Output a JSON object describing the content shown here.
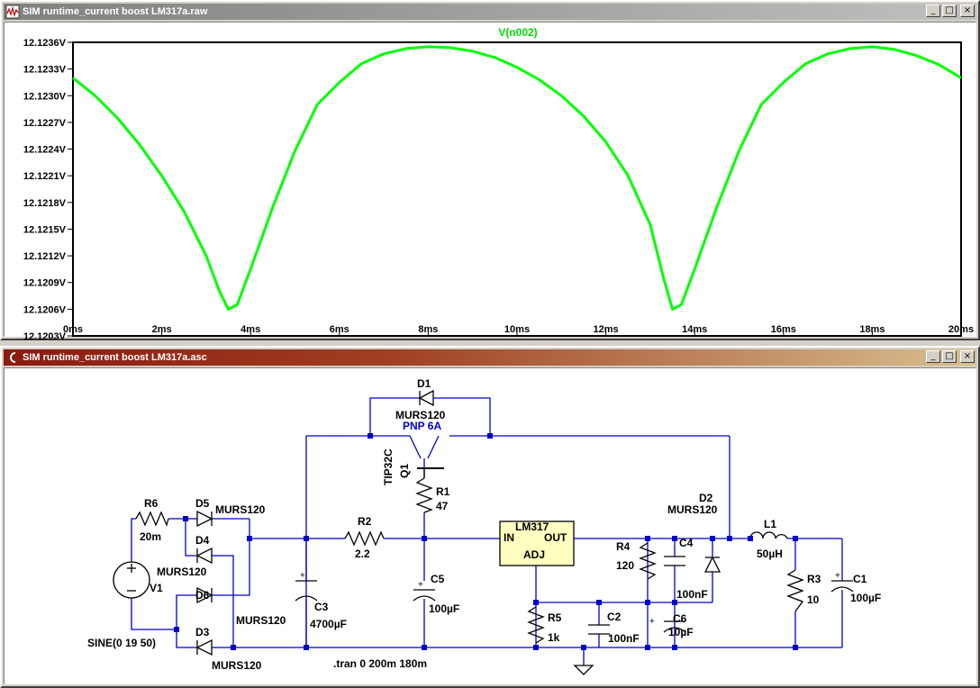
{
  "waveform_window": {
    "title": "SIM runtime_current boost LM317a.raw",
    "trace_label": "V(n002)",
    "trace_color": "#00ff00",
    "y_ticks": [
      "12.1236V",
      "12.1233V",
      "12.1230V",
      "12.1227V",
      "12.1224V",
      "12.1221V",
      "12.1218V",
      "12.1215V",
      "12.1212V",
      "12.1209V",
      "12.1206V",
      "12.1203V"
    ],
    "x_ticks": [
      "0ms",
      "2ms",
      "4ms",
      "6ms",
      "8ms",
      "10ms",
      "12ms",
      "14ms",
      "16ms",
      "18ms",
      "20ms"
    ]
  },
  "chart_data": {
    "type": "line",
    "title": "",
    "xlabel": "",
    "ylabel": "",
    "xlim": [
      0,
      20
    ],
    "ylim": [
      12.1203,
      12.1236
    ],
    "grid": false,
    "series": [
      {
        "name": "V(n002)",
        "color": "#00ff00",
        "x": [
          0,
          0.5,
          1,
          1.5,
          2,
          2.5,
          3,
          3.3,
          3.5,
          3.7,
          4,
          4.5,
          5,
          5.5,
          6,
          6.5,
          7,
          7.5,
          8,
          8.5,
          9,
          9.5,
          10,
          10.5,
          11,
          11.5,
          12,
          12.5,
          13,
          13.3,
          13.5,
          13.7,
          14,
          14.5,
          15,
          15.5,
          16,
          16.5,
          17,
          17.5,
          18,
          18.5,
          19,
          19.5,
          20
        ],
        "values": [
          12.1232,
          12.123,
          12.12275,
          12.12245,
          12.1221,
          12.1217,
          12.1212,
          12.1208,
          12.1206,
          12.12065,
          12.12105,
          12.12175,
          12.12238,
          12.1229,
          12.12315,
          12.12336,
          12.12347,
          12.12353,
          12.12355,
          12.12354,
          12.1235,
          12.12343,
          12.12332,
          12.12318,
          12.123,
          12.12277,
          12.12248,
          12.1221,
          12.12155,
          12.12095,
          12.1206,
          12.12065,
          12.12105,
          12.12175,
          12.12238,
          12.1229,
          12.12315,
          12.12336,
          12.12347,
          12.12353,
          12.12355,
          12.12352,
          12.12345,
          12.12335,
          12.1232
        ]
      }
    ]
  },
  "schematic_window": {
    "title": "SIM runtime_current boost LM317a.asc",
    "labels": {
      "d1": "D1",
      "d1_model": "MURS120",
      "q1_type": "PNP 6A",
      "q1_model": "TIP32C",
      "q1": "Q1",
      "r1": "R1",
      "r1_val": "47",
      "r6": "R6",
      "r6_val": "20m",
      "d5": "D5",
      "d5_model": "MURS120",
      "d4": "D4",
      "d4_model": "MURS120",
      "d6": "D6",
      "d6_model": "MURS120",
      "d3": "D3",
      "d3_model": "MURS120",
      "v1": "V1",
      "v1_val": "SINE(0 19 50)",
      "r2": "R2",
      "r2_val": "2.2",
      "c3": "C3",
      "c3_val": "4700µF",
      "c5": "C5",
      "c5_val": "100µF",
      "u1": "LM317",
      "u1_in": "IN",
      "u1_out": "OUT",
      "u1_adj": "ADJ",
      "r5": "R5",
      "r5_val": "1k",
      "c2": "C2",
      "c2_val": "100nF",
      "r4": "R4",
      "r4_val": "120",
      "c4": "C4",
      "c4_val": "100nF",
      "c6": "C6",
      "c6_val": "10µF",
      "d2": "D2",
      "d2_model": "MURS120",
      "l1": "L1",
      "l1_val": "50µH",
      "r3": "R3",
      "r3_val": "10",
      "c1": "C1",
      "c1_val": "100µF",
      "directive": ".tran 0 200m 180m"
    }
  },
  "window_buttons": {
    "minimize": "_",
    "maximize": "□",
    "close": "×"
  }
}
